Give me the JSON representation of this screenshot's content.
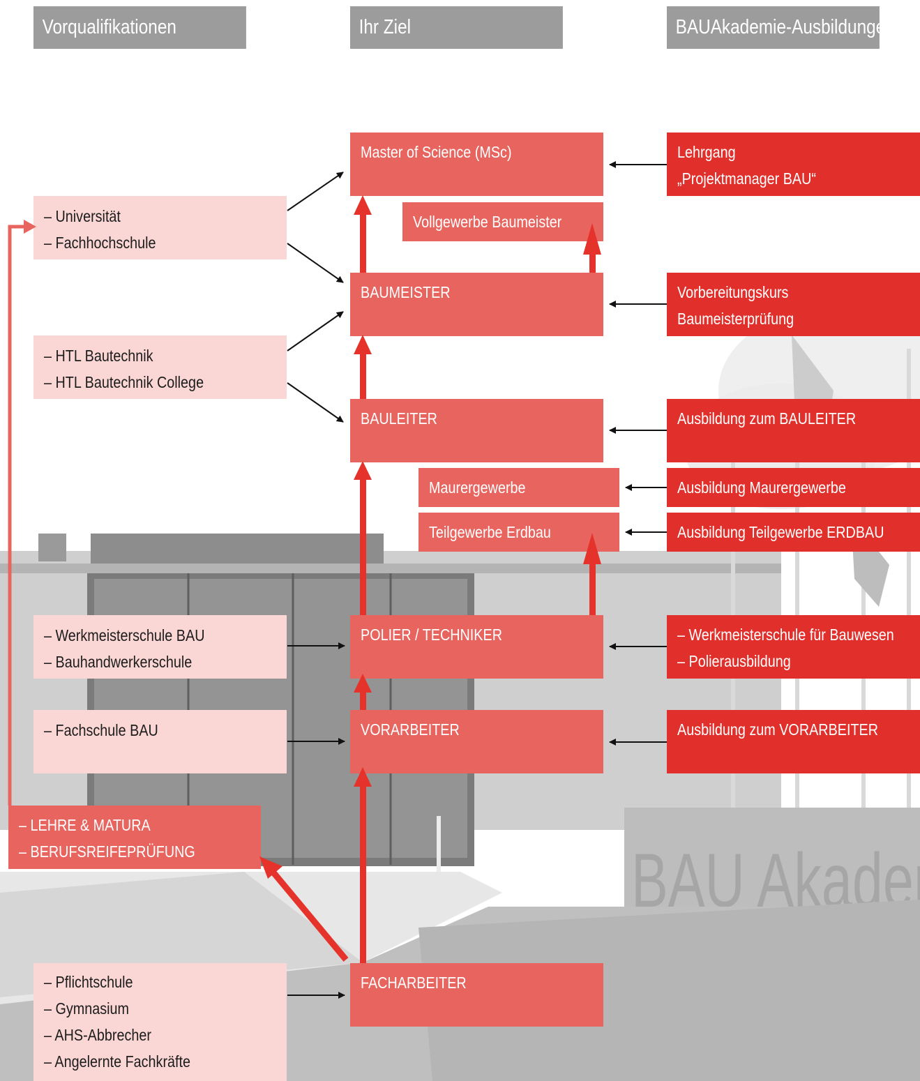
{
  "headers": {
    "left": "Vorqualifikationen",
    "center": "Ihr Ziel",
    "right": "BAUAkademie-Ausbildungen"
  },
  "qualifications": {
    "uni": [
      "– Universität",
      "– Fachhochschule"
    ],
    "htl": [
      "– HTL Bautechnik",
      "– HTL Bautechnik College"
    ],
    "werkmeister": [
      "– Werkmeisterschule BAU",
      "– Bauhandwerkerschule"
    ],
    "fachschule": [
      "– Fachschule BAU"
    ],
    "lehre": [
      "– LEHRE & MATURA",
      "– BERUFSREIFEPRÜFUNG"
    ],
    "pflicht": [
      "– Pflichtschule",
      "– Gymnasium",
      "– AHS-Abbrecher",
      "– Angelernte Fachkräfte"
    ]
  },
  "goals": {
    "msc": "Master of Science (MSc)",
    "vollgewerbe": "Vollgewerbe Baumeister",
    "baumeister": "BAUMEISTER",
    "bauleiter": "BAULEITER",
    "maurer": "Maurergewerbe",
    "erdbau": "Teilgewerbe Erdbau",
    "polier": "POLIER / TECHNIKER",
    "vorarbeiter": "VORARBEITER",
    "facharbeiter": "FACHARBEITER"
  },
  "trainings": {
    "projekt": [
      "Lehrgang",
      "„Projektmanager BAU“"
    ],
    "vorbereitung": [
      "Vorbereitungskurs",
      "Baumeisterprüfung"
    ],
    "bauleiter": [
      "Ausbildung zum BAULEITER"
    ],
    "maurer": [
      "Ausbildung Maurergewerbe"
    ],
    "erdbau": [
      "Ausbildung Teilgewerbe ERDBAU"
    ],
    "werkmeister": [
      "– Werkmeisterschule für Bauwesen",
      "– Polierausbildung"
    ],
    "vorarbeiter": [
      "Ausbildung zum VORARBEITER"
    ]
  },
  "background_sign_text": "BAU Akadem",
  "colors": {
    "header_gray": "#9c9c9c",
    "pink": "#fad7d5",
    "goal_red": "#e8645f",
    "training_red": "#e1302b",
    "arrow_red": "#e5332b"
  }
}
